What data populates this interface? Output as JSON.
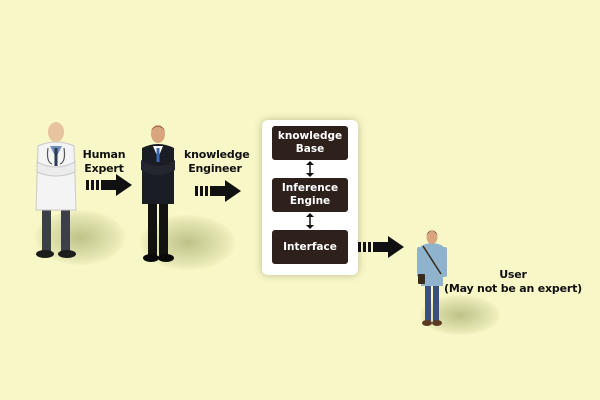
{
  "nodes": {
    "human_expert": "Human\nExpert",
    "knowledge_engineer": "knowledge\nEngineer",
    "knowledge_base": "knowledge\nBase",
    "inference_engine": "Inference\nEngine",
    "interface": "Interface",
    "user": "User",
    "user_note": "(May not be an expert)"
  },
  "colors": {
    "background": "#f8f7c7",
    "box_fill": "#2e201b",
    "arrow": "#111111"
  },
  "icons": [
    "doctor-figure",
    "businessman-figure",
    "user-figure",
    "dashed-arrow",
    "double-arrow"
  ]
}
